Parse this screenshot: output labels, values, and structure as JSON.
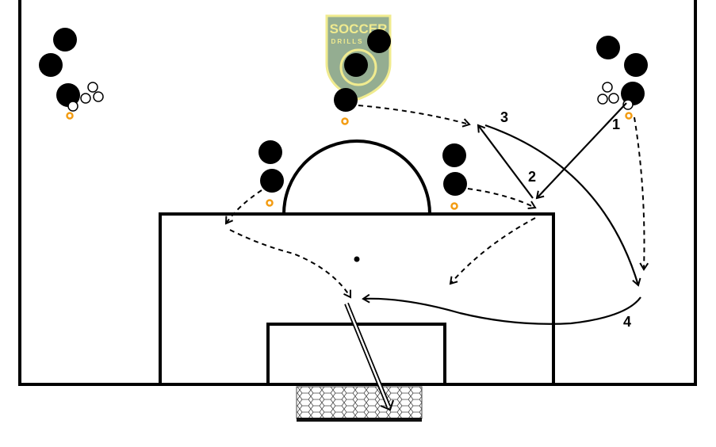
{
  "logo": {
    "line1": "SOCCER",
    "line2": "DRILLS",
    "colors": {
      "fill": "#8fa98c",
      "border": "#f0ea8a"
    }
  },
  "labels": {
    "step1": "1",
    "step2": "2",
    "step3": "3",
    "step4": "4"
  },
  "colors": {
    "line": "#000000",
    "player": "#000000",
    "cone": "#f39c12"
  }
}
